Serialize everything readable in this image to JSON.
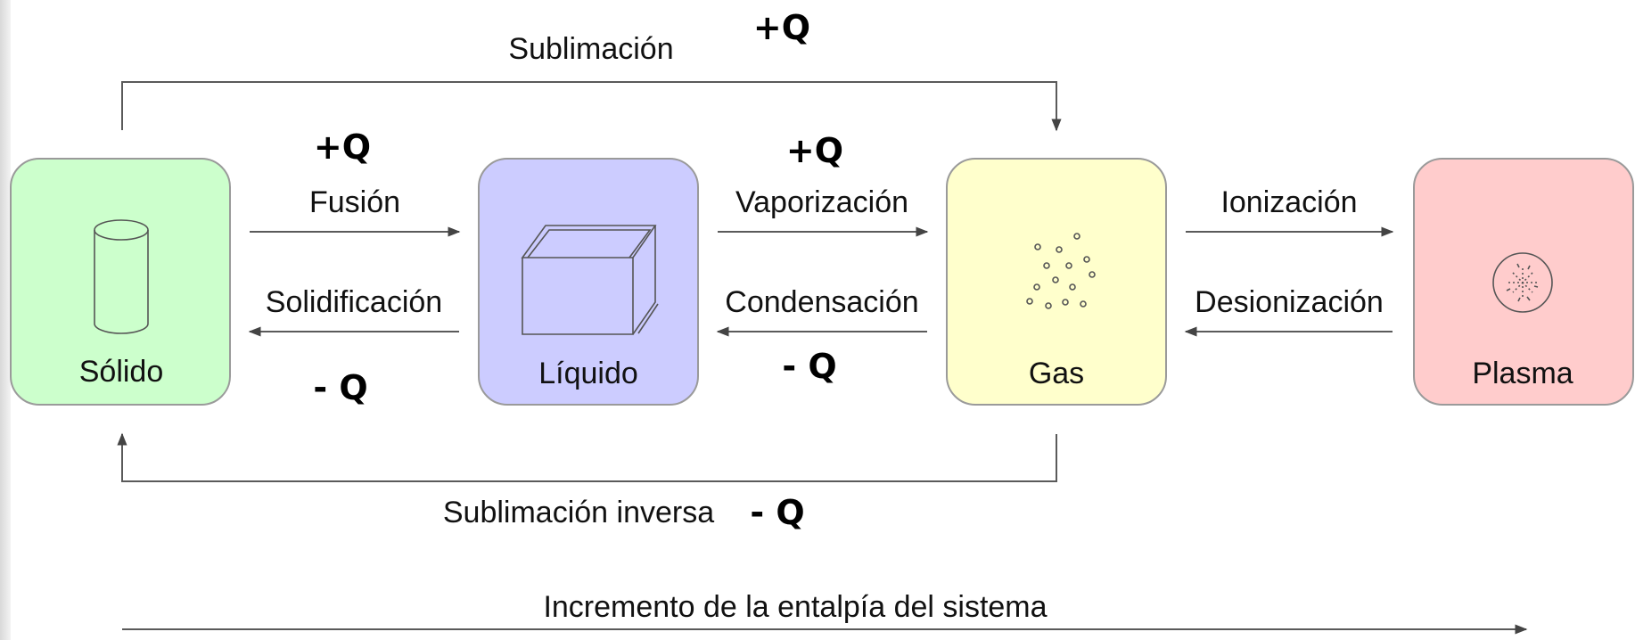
{
  "states": {
    "solid": {
      "label": "Sólido",
      "color": "#ccffcc"
    },
    "liquid": {
      "label": "Líquido",
      "color": "#ccccff"
    },
    "gas": {
      "label": "Gas",
      "color": "#ffffcc"
    },
    "plasma": {
      "label": "Plasma",
      "color": "#ffcccc"
    }
  },
  "transitions": {
    "sublimation": {
      "label": "Sublimación",
      "heat": "+Q"
    },
    "fusion": {
      "label": "Fusión",
      "heat": "+Q"
    },
    "solidification": {
      "label": "Solidificación",
      "heat": "- Q"
    },
    "vaporization": {
      "label": "Vaporización",
      "heat": "+Q"
    },
    "condensation": {
      "label": "Condensación",
      "heat": "- Q"
    },
    "ionization": {
      "label": "Ionización"
    },
    "deionization": {
      "label": "Desionización"
    },
    "reverse_sublimation": {
      "label": "Sublimación inversa",
      "heat": "- Q"
    }
  },
  "enthalpy_axis": {
    "label": "Incremento de la entalpía del sistema"
  }
}
